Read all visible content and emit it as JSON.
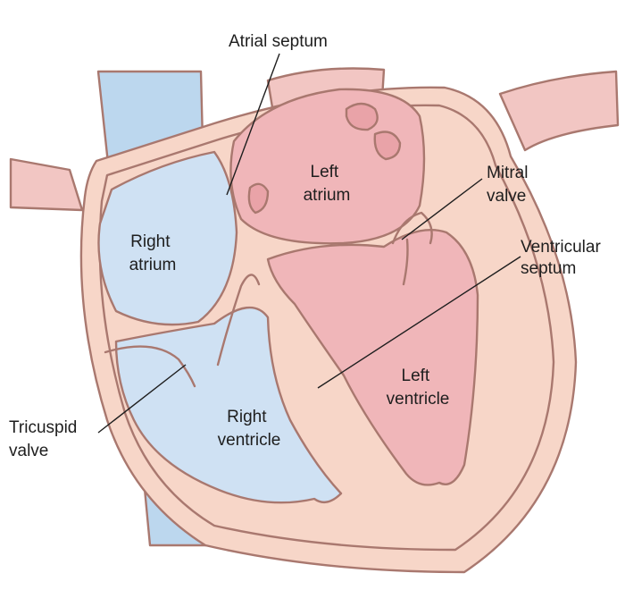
{
  "labels": {
    "atrial_septum": "Atrial septum",
    "left_atrium": [
      "Left",
      "atrium"
    ],
    "mitral_valve": [
      "Mitral",
      "valve"
    ],
    "right_atrium": [
      "Right",
      "atrium"
    ],
    "ventricular_septum": [
      "Ventricular",
      "septum"
    ],
    "left_ventricle": [
      "Left",
      "ventricle"
    ],
    "tricuspid_valve": [
      "Tricuspid",
      "valve"
    ],
    "right_ventricle": [
      "Right",
      "ventricle"
    ]
  },
  "colors": {
    "vessel_blue": "#bcd7ee",
    "chamber_blue": "#cfe1f3",
    "muscle": "#f7d6c8",
    "wall_outline": "#a9786f",
    "chamber_pink": "#f0b6b9",
    "artery_pink": "#f2c6c3",
    "label_text": "#1e1e1e"
  }
}
